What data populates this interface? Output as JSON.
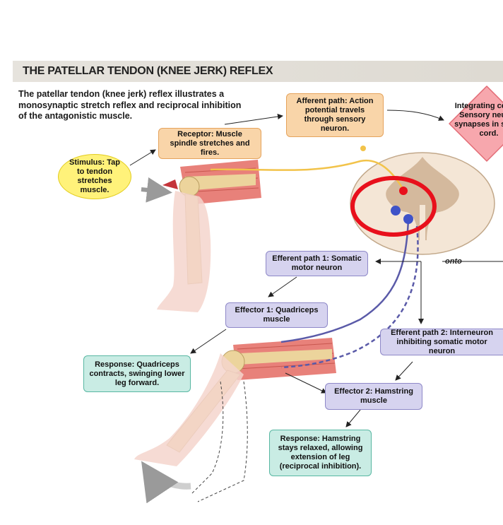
{
  "title": "THE PATELLAR TENDON (KNEE JERK) REFLEX",
  "intro": "The patellar tendon (knee jerk) reflex illustrates a monosynaptic stretch reflex and reciprocal inhibition of the antagonistic muscle.",
  "labels": {
    "afferent": "Afferent path: Action potential travels through sensory neuron.",
    "integrating": "Integrating center: Sensory neuron synapses in spinal cord.",
    "receptor": "Receptor: Muscle spindle stretches and fires.",
    "stimulus": "Stimulus: Tap to tendon stretches muscle.",
    "efferent1": "Efferent path 1: Somatic motor neuron",
    "onto": "onto",
    "effector1": "Effector 1: Quadriceps muscle",
    "efferent2": "Efferent path 2: Interneuron inhibiting somatic motor neuron",
    "response1": "Response: Quadriceps contracts, swinging lower leg forward.",
    "effector2": "Effector 2: Hamstring muscle",
    "response2": "Response: Hamstring stays relaxed, allowing extension of leg (reciprocal inhibition)."
  },
  "colors": {
    "highlight_circle": "#e8101c",
    "sensory_neuron": "#f2c34a",
    "motor_neuron": "#5a5aa8",
    "muscle": "#e46b63",
    "bone": "#ecd49c",
    "skin": "#f5d5cc",
    "spinal_cord": "#e8d9c5"
  }
}
